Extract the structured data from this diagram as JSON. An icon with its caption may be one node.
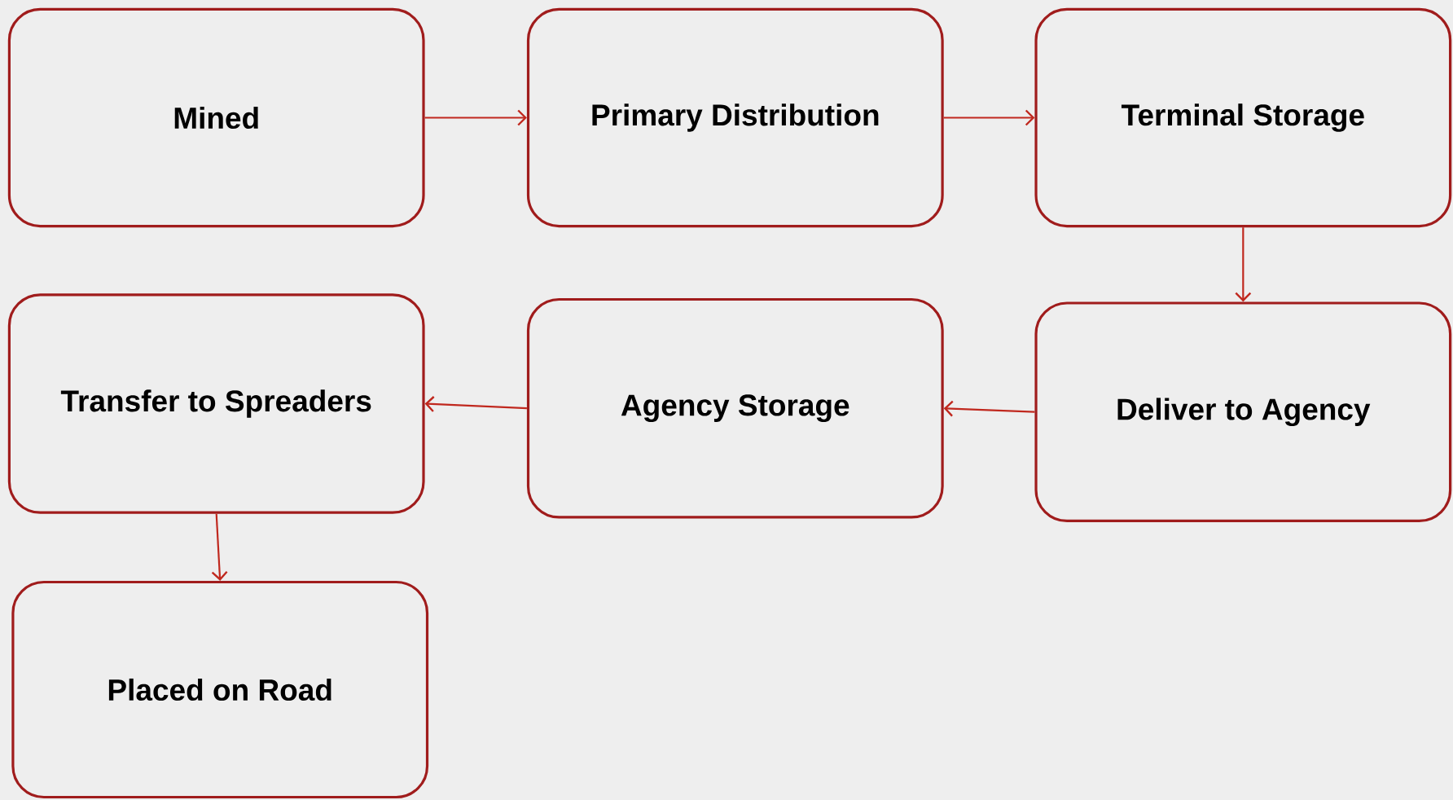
{
  "diagram": {
    "nodes": [
      {
        "text": [
          "Mined"
        ]
      },
      {
        "text": [
          "Primary Distribution"
        ]
      },
      {
        "text": [
          "Terminal Storage"
        ]
      },
      {
        "text": [
          "Deliver to Agency"
        ]
      },
      {
        "text": [
          "Agency Storage"
        ]
      },
      {
        "text": [
          "Transfer to Spreaders"
        ]
      },
      {
        "text": [
          "Placed on Road"
        ]
      }
    ],
    "edges": [
      {
        "from": 0,
        "to": 1,
        "arrow": "to"
      },
      {
        "from": 1,
        "to": 2,
        "arrow": "to"
      },
      {
        "from": 2,
        "to": 3,
        "arrow": "to"
      },
      {
        "from": 3,
        "to": 4,
        "arrow": "to"
      },
      {
        "from": 4,
        "to": 5,
        "arrow": "to"
      },
      {
        "from": 5,
        "to": 6,
        "arrow": "to"
      }
    ]
  }
}
